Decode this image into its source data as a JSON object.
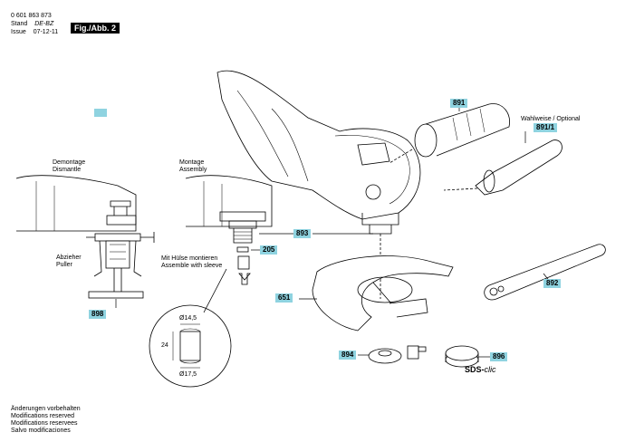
{
  "header": {
    "part_number": "0 601 863 873",
    "stand_label": "Stand",
    "stand_value": "DE-BZ",
    "issue_label": "Issue",
    "issue_value": "07-12-11",
    "figure_label": "Fig./Abb. 2"
  },
  "panels": {
    "demontage_de": "Demontage",
    "demontage_en": "Dismantle",
    "montage_de": "Montage",
    "montage_en": "Assembly",
    "puller_de": "Abzieher",
    "puller_en": "Puller",
    "sleeve_de": "Mit Hülse montieren",
    "sleeve_en": "Assemble with sleeve",
    "optional": "Wahlweise / Optional"
  },
  "dimensions": {
    "d_top": "Ø14,5",
    "height": "24",
    "d_bottom": "Ø17,5"
  },
  "parts": [
    "891",
    "891/1",
    "892",
    "893",
    "894",
    "896",
    "898",
    "205",
    "651"
  ],
  "brand_text": {
    "sds_bold": "SDS-",
    "sds_italic": "clic"
  },
  "footer": [
    "Änderungen vorbehalten",
    "Modifications reserved",
    "Modifications reservees",
    "Salvo modificaciones"
  ],
  "colors": {
    "tag_fill": "#8fd3e0"
  }
}
